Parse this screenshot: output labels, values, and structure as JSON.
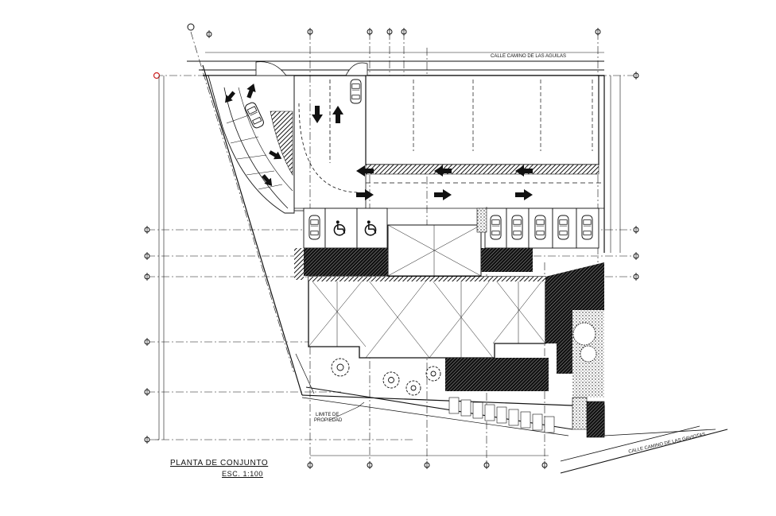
{
  "drawing": {
    "title": "PLANTA DE CONJUNTO",
    "scale": "ESC. 1:100"
  },
  "labels": {
    "street_top": "CALLE CAMINO DE LAS AGUILAS",
    "street_bottom": "CALLE CAMINO DE LAS GAVIOTAS",
    "property_limit_line1": "LIMITE DE",
    "property_limit_line2": "PROPIEDAD"
  },
  "colors": {
    "ink": "#111111",
    "paper": "#ffffff",
    "axis_marker": "#cc2222"
  },
  "icons": {
    "accessibility": "wheelchair-icon",
    "car": "car-icon",
    "arrow": "arrow-icon",
    "tree": "tree-icon"
  }
}
